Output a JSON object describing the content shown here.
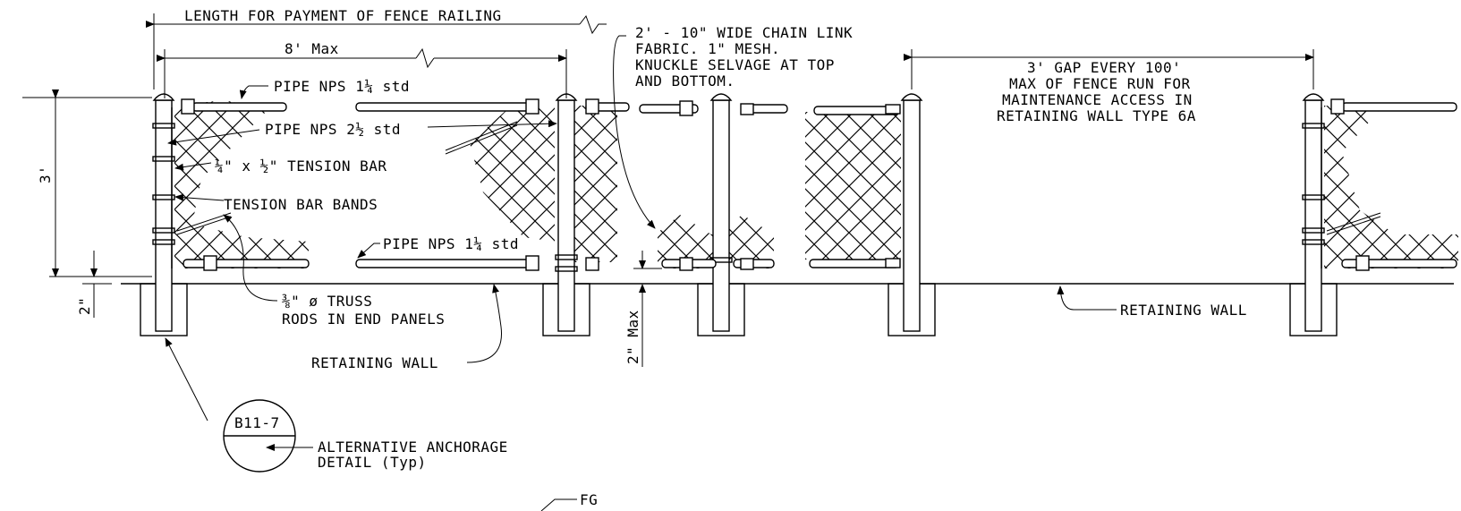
{
  "labels": {
    "length_payment": "LENGTH FOR PAYMENT OF FENCE RAILING",
    "max_8": "8' Max",
    "pipe_114_top": "PIPE NPS 1¼  std",
    "pipe_212": "PIPE NPS 2½  std",
    "tension_bar": "¼\" x ½\" TENSION BAR",
    "tension_bands": "TENSION BAR BANDS",
    "pipe_114_bottom": "PIPE NPS 1¼  std",
    "truss_line1": "⅜\" ø TRUSS",
    "truss_line2": "RODS IN END PANELS",
    "retaining_wall_left": "RETAINING WALL",
    "retaining_wall_right": "RETAINING WALL",
    "chain_link_line1": "2' - 10\" WIDE CHAIN LINK",
    "chain_link_line2": "FABRIC. 1\" MESH.",
    "chain_link_line3": "KNUCKLE SELVAGE AT TOP",
    "chain_link_line4": "AND BOTTOM.",
    "gap_line1": "3' GAP EVERY 100'",
    "gap_line2": "MAX OF FENCE RUN FOR",
    "gap_line3": "MAINTENANCE ACCESS IN",
    "gap_line4": "RETAINING WALL TYPE 6A",
    "dim_3ft": "3'",
    "dim_2in": "2\"",
    "dim_2in_max": "2\" Max",
    "callout_ref": "B11-7",
    "alt_anchor_line1": "ALTERNATIVE ANCHORAGE",
    "alt_anchor_line2": "DETAIL (Typ)",
    "fg": "FG"
  }
}
